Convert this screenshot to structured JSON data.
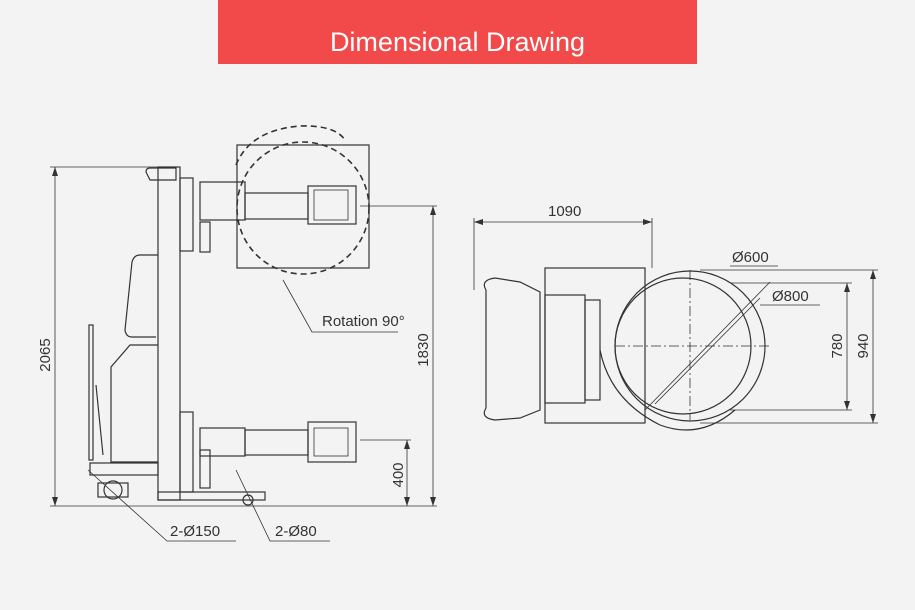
{
  "header": {
    "title": "Dimensional Drawing",
    "background": "#f24a4a"
  },
  "side_view": {
    "dimensions": {
      "overall_height": "2065",
      "max_lift_height": "1830",
      "min_lift_height": "400",
      "drive_wheels": "2-Ø150",
      "load_wheels": "2-Ø80",
      "rotation": "Rotation 90°"
    }
  },
  "top_view": {
    "dimensions": {
      "length": "1090",
      "drum_diameter_small": "Ø600",
      "drum_diameter_large": "Ø800",
      "inner_width": "780",
      "outer_width": "940"
    }
  }
}
